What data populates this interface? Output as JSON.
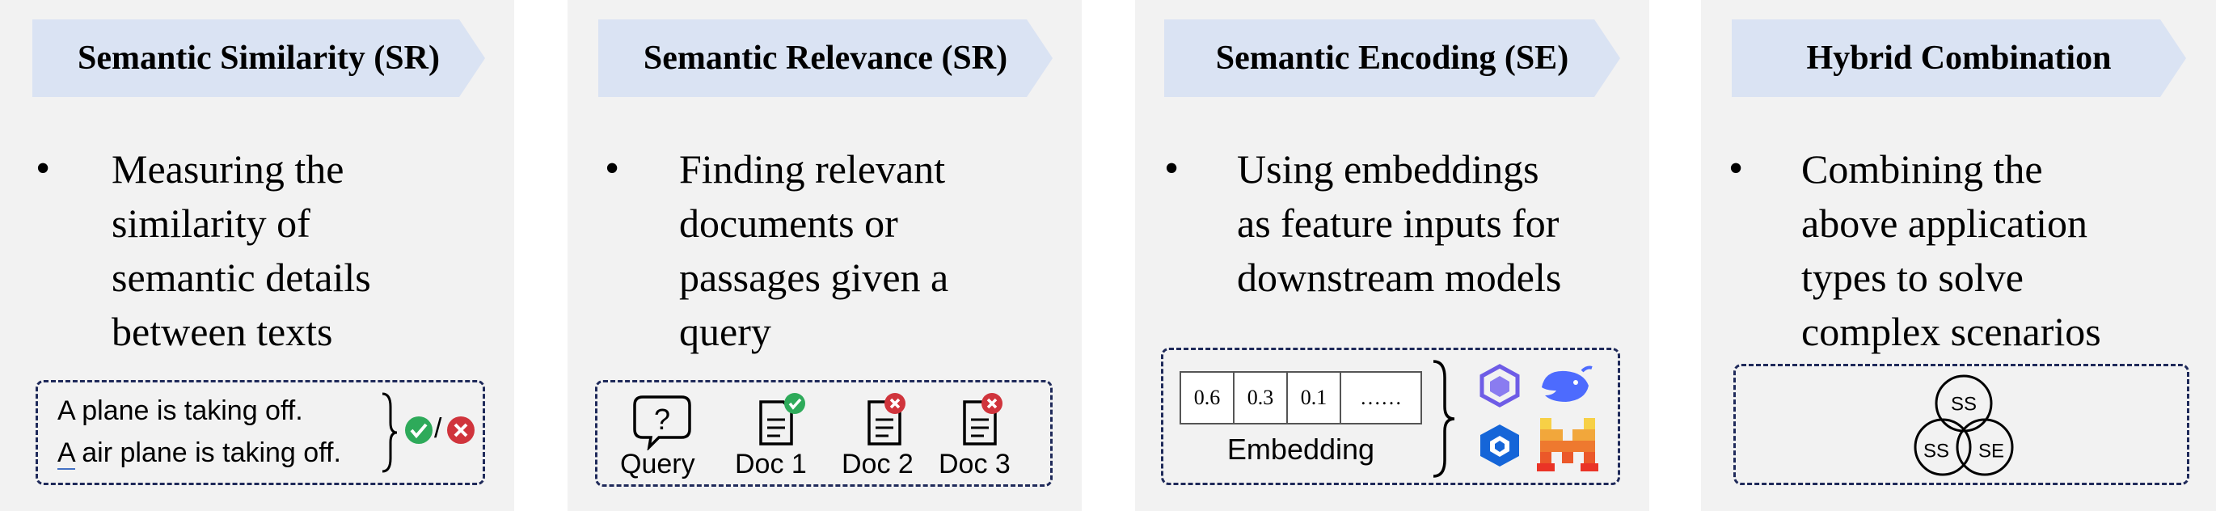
{
  "colors": {
    "panel_bg": "#f2f2f2",
    "banner_fill": "#dae3f3",
    "dash_border": "#1f2a5a",
    "check_green": "#2eaa5a",
    "cross_red": "#d0343c"
  },
  "panels": [
    {
      "title": "Semantic Similarity (SR)",
      "description_lines": [
        "Measuring the",
        "similarity of",
        "semantic details",
        "between texts"
      ],
      "example": {
        "sentence_1": "A plane is taking off.",
        "sentence_2": "A air plane is taking off.",
        "separator": "/"
      }
    },
    {
      "title": "Semantic Relevance (SR)",
      "description_lines": [
        "Finding relevant",
        "documents or",
        "passages given a",
        "query"
      ],
      "example": {
        "query_label": "Query",
        "doc_labels": [
          "Doc 1",
          "Doc 2",
          "Doc 3"
        ],
        "query_glyph": "?"
      }
    },
    {
      "title": "Semantic Encoding (SE)",
      "description_lines": [
        "Using embeddings",
        "as feature inputs for",
        "downstream models"
      ],
      "example": {
        "cells": [
          "0.6",
          "0.3",
          "0.1",
          "……"
        ],
        "caption": "Embedding"
      }
    },
    {
      "title": "Hybrid Combination",
      "description_lines": [
        "Combining the",
        "above application",
        "types to solve",
        "complex scenarios"
      ],
      "example": {
        "circle_top": "SS",
        "circle_left": "SS",
        "circle_right": "SE"
      }
    }
  ],
  "bullet_char": "•",
  "icons": [
    "check-icon",
    "cross-icon",
    "speech-bubble-question-icon",
    "document-icon",
    "qwen-logo",
    "deepseek-whale-logo",
    "blue-cube-logo",
    "mistral-m-logo",
    "venn-diagram"
  ]
}
